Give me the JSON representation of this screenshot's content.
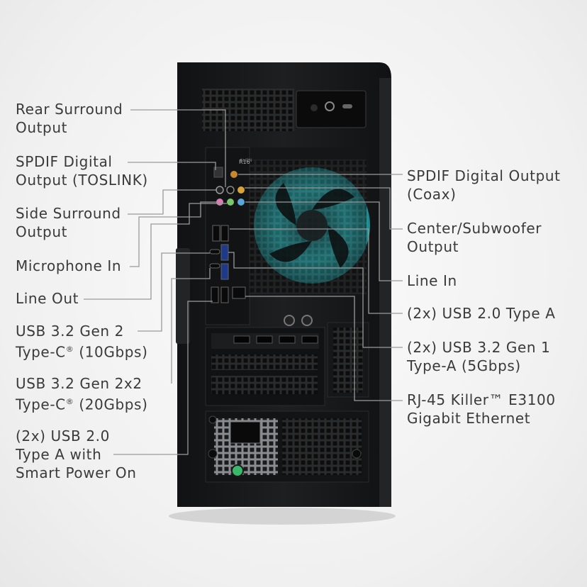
{
  "product": {
    "model_badge": "R16"
  },
  "colors": {
    "fan_glow": "#2fd4d8",
    "case": "#1a1b1c",
    "label_text": "#3a3a3a",
    "leader_line": "#a0a0a0",
    "power_led": "#3ab86a"
  },
  "callouts_left": [
    {
      "id": "rear-surround-output",
      "lines": [
        "Rear Surround",
        "Output"
      ]
    },
    {
      "id": "spdif-digital-output-toslink",
      "lines": [
        "SPDIF Digital",
        "Output (TOSLINK)"
      ]
    },
    {
      "id": "side-surround-output",
      "lines": [
        "Side Surround",
        "Output"
      ]
    },
    {
      "id": "microphone-in",
      "lines": [
        "Microphone In"
      ]
    },
    {
      "id": "line-out",
      "lines": [
        "Line Out"
      ]
    },
    {
      "id": "usb-32-gen2-typec",
      "lines": [
        "USB 3.2 Gen 2",
        "Type-C",
        "(10Gbps)"
      ]
    },
    {
      "id": "usb-32-gen2x2-typec",
      "lines": [
        "USB 3.2 Gen 2x2",
        "Type-C",
        "(20Gbps)"
      ]
    },
    {
      "id": "usb-20-smart-power",
      "lines": [
        "(2x) USB 2.0",
        "Type A with",
        "Smart Power On"
      ]
    }
  ],
  "callouts_right": [
    {
      "id": "spdif-digital-output-coax",
      "lines": [
        "SPDIF Digital Output",
        "(Coax)"
      ]
    },
    {
      "id": "center-subwoofer-output",
      "lines": [
        "Center/Subwoofer",
        "Output"
      ]
    },
    {
      "id": "line-in",
      "lines": [
        "Line In"
      ]
    },
    {
      "id": "usb-20-type-a",
      "lines": [
        "(2x) USB 2.0 Type A"
      ]
    },
    {
      "id": "usb-32-gen1-type-a",
      "lines": [
        "(2x) USB 3.2 Gen 1",
        "Type-A (5Gbps)"
      ]
    },
    {
      "id": "rj45-ethernet",
      "lines": [
        "RJ-45 Killer™ E3100",
        "Gigabit Ethernet"
      ]
    }
  ],
  "registered_mark": "®"
}
